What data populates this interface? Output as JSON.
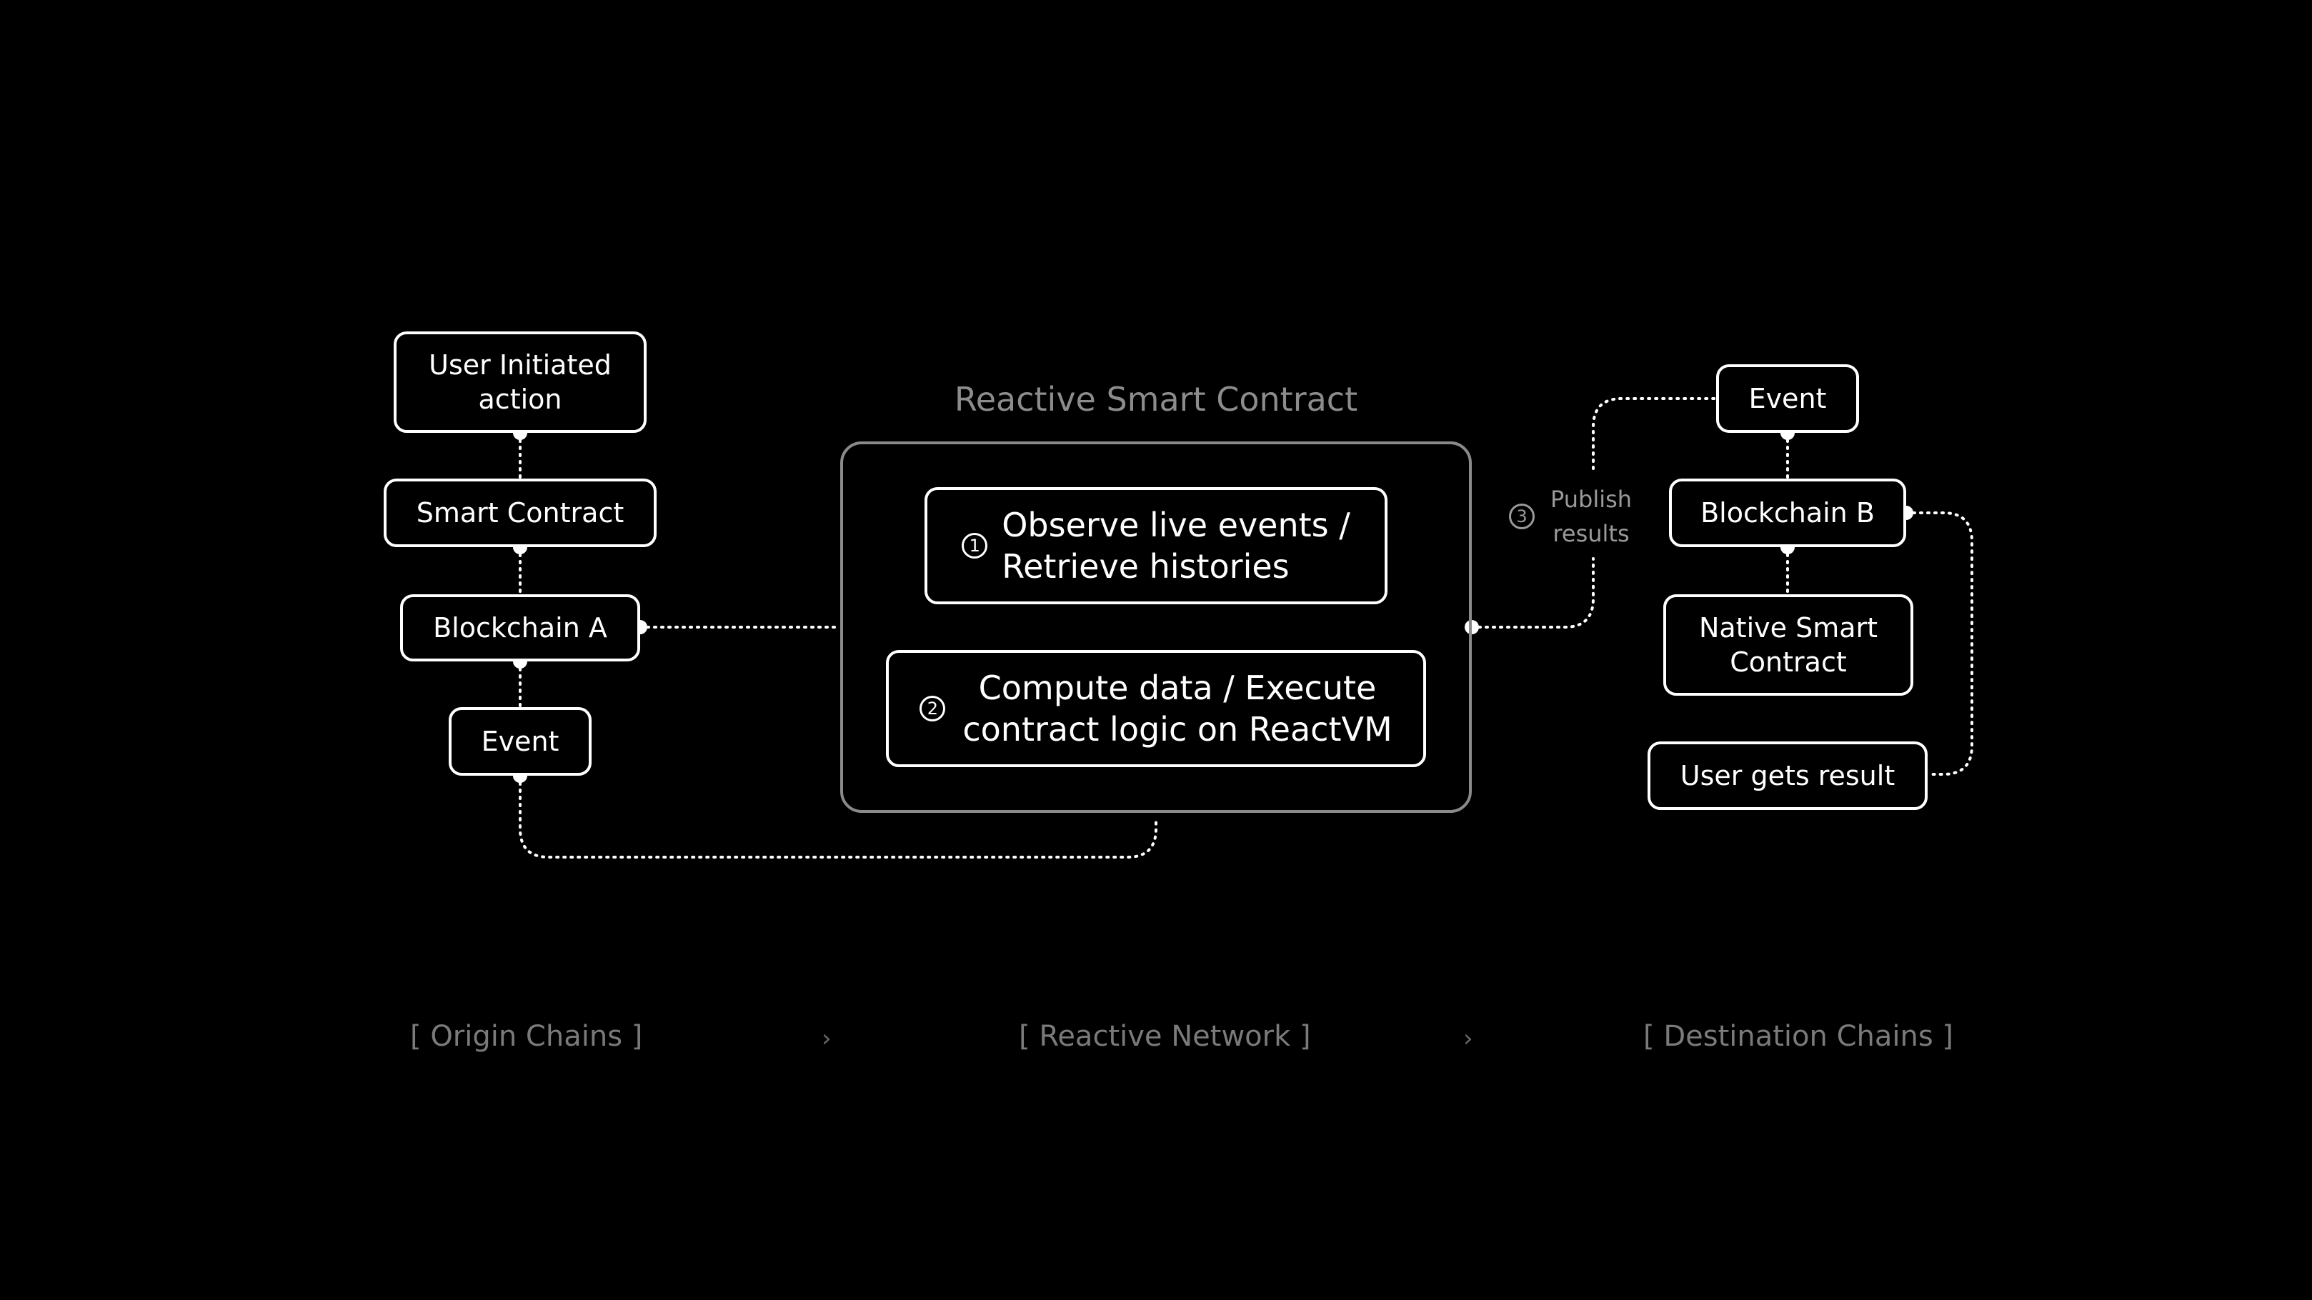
{
  "origin": {
    "user_action": [
      "User Initiated",
      "action"
    ],
    "smart_contract": "Smart Contract",
    "blockchain": "Blockchain A",
    "event": "Event"
  },
  "reactive": {
    "title": "Reactive Smart Contract",
    "step1": {
      "num": "1",
      "lines": [
        "Observe live events /",
        "Retrieve histories"
      ]
    },
    "step2": {
      "num": "2",
      "lines": [
        "Compute data / Execute",
        "contract logic on ReactVM"
      ]
    },
    "step3": {
      "num": "3",
      "lines": [
        "Publish",
        "results"
      ]
    }
  },
  "destination": {
    "event": "Event",
    "blockchain": "Blockchain B",
    "native_contract": [
      "Native Smart",
      "Contract"
    ],
    "user_result": "User gets result"
  },
  "footer": {
    "origin": "[ Origin Chains ]",
    "reactive": "[ Reactive Network ]",
    "destination": "[ Destination Chains ]",
    "separator": "›"
  }
}
